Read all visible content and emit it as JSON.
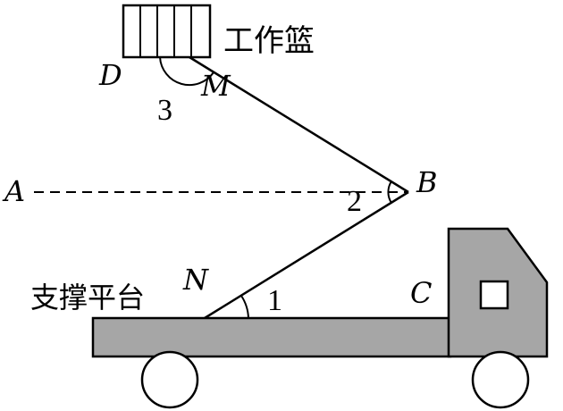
{
  "labels": {
    "work_basket": "工作篮",
    "support_platform": "支撑平台",
    "point_D": "D",
    "point_M": "M",
    "point_A": "A",
    "point_B": "B",
    "point_N": "N",
    "point_C": "C",
    "angle_1": "1",
    "angle_2": "2",
    "angle_3": "3"
  },
  "colors": {
    "stroke": "#000000",
    "truck_fill": "#a6a6a6",
    "background": "#ffffff"
  }
}
